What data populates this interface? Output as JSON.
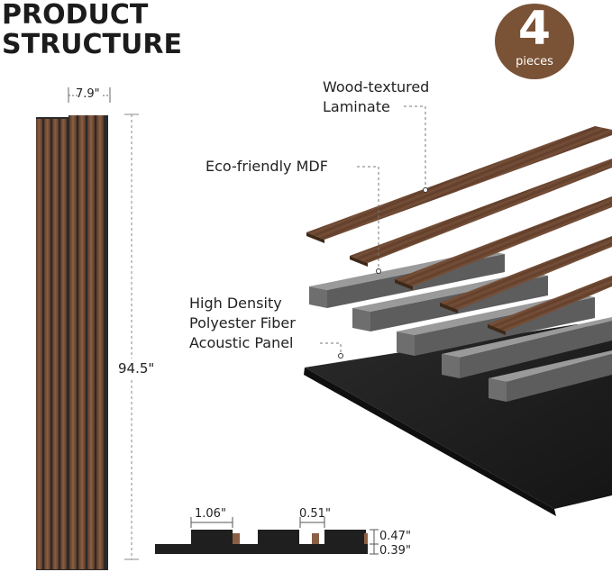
{
  "title": {
    "line1": "PRODUCT",
    "line2": "STRUCTURE"
  },
  "badge": {
    "number": "4",
    "word": "pieces",
    "color": "#7a5236"
  },
  "dimensions": {
    "width": "7.9\"",
    "height": "94.5\"",
    "slat_width": "1.06\"",
    "gap": "0.51\"",
    "slat_thickness": "0.47\"",
    "base_thickness": "0.39\""
  },
  "layers": {
    "laminate": {
      "line1": "Wood-textured",
      "line2": "Laminate"
    },
    "mdf": {
      "line1": "Eco-friendly MDF"
    },
    "felt": {
      "line1": "High Density",
      "line2": "Polyester Fiber",
      "line3": "Acoustic Panel"
    }
  },
  "colors": {
    "wood": "#6b4631",
    "wood_light": "#8a5f43",
    "mdf": "#6f6f6f",
    "felt": "#1f1f1f"
  }
}
